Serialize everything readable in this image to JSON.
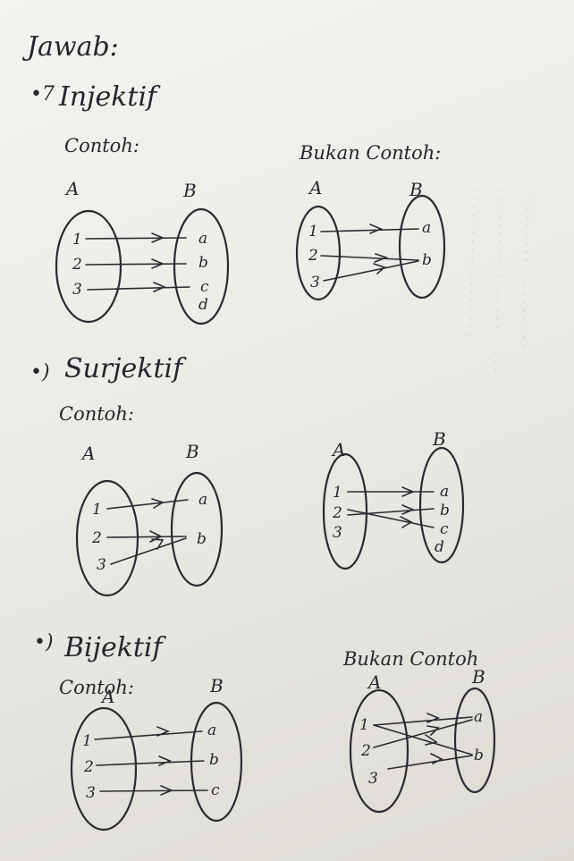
{
  "header": {
    "title": "Jawab:"
  },
  "sections": [
    {
      "title": "Injektif",
      "example_label": "Contoh:",
      "nonexample_label": "Bukan Contoh:",
      "example": {
        "set_a": "A",
        "set_b": "B",
        "domain": [
          "1",
          "2",
          "3"
        ],
        "codomain": [
          "a",
          "b",
          "c",
          "d"
        ]
      },
      "nonexample": {
        "set_a": "A",
        "set_b": "B",
        "domain": [
          "1",
          "2",
          "3"
        ],
        "codomain": [
          "a",
          "b"
        ]
      }
    },
    {
      "title": "Surjektif",
      "example_label": "Contoh:",
      "example": {
        "set_a": "A",
        "set_b": "B",
        "domain": [
          "1",
          "2",
          "3"
        ],
        "codomain": [
          "a",
          "b"
        ]
      },
      "nonexample": {
        "set_a": "A",
        "set_b": "B",
        "domain": [
          "1",
          "2",
          "3"
        ],
        "codomain": [
          "a",
          "b",
          "c",
          "d"
        ]
      }
    },
    {
      "title": "Bijektif",
      "example_label": "Contoh:",
      "nonexample_label": "Bukan Contoh",
      "example": {
        "set_a": "A",
        "set_b": "B",
        "domain": [
          "1",
          "2",
          "3"
        ],
        "codomain": [
          "a",
          "b",
          "c"
        ]
      },
      "nonexample": {
        "set_a": "A",
        "set_b": "B",
        "domain": [
          "1",
          "2",
          "3"
        ],
        "codomain": [
          "a",
          "b"
        ]
      }
    }
  ],
  "colors": {
    "ink": "#2a2a30",
    "paper": "#f0efea"
  }
}
